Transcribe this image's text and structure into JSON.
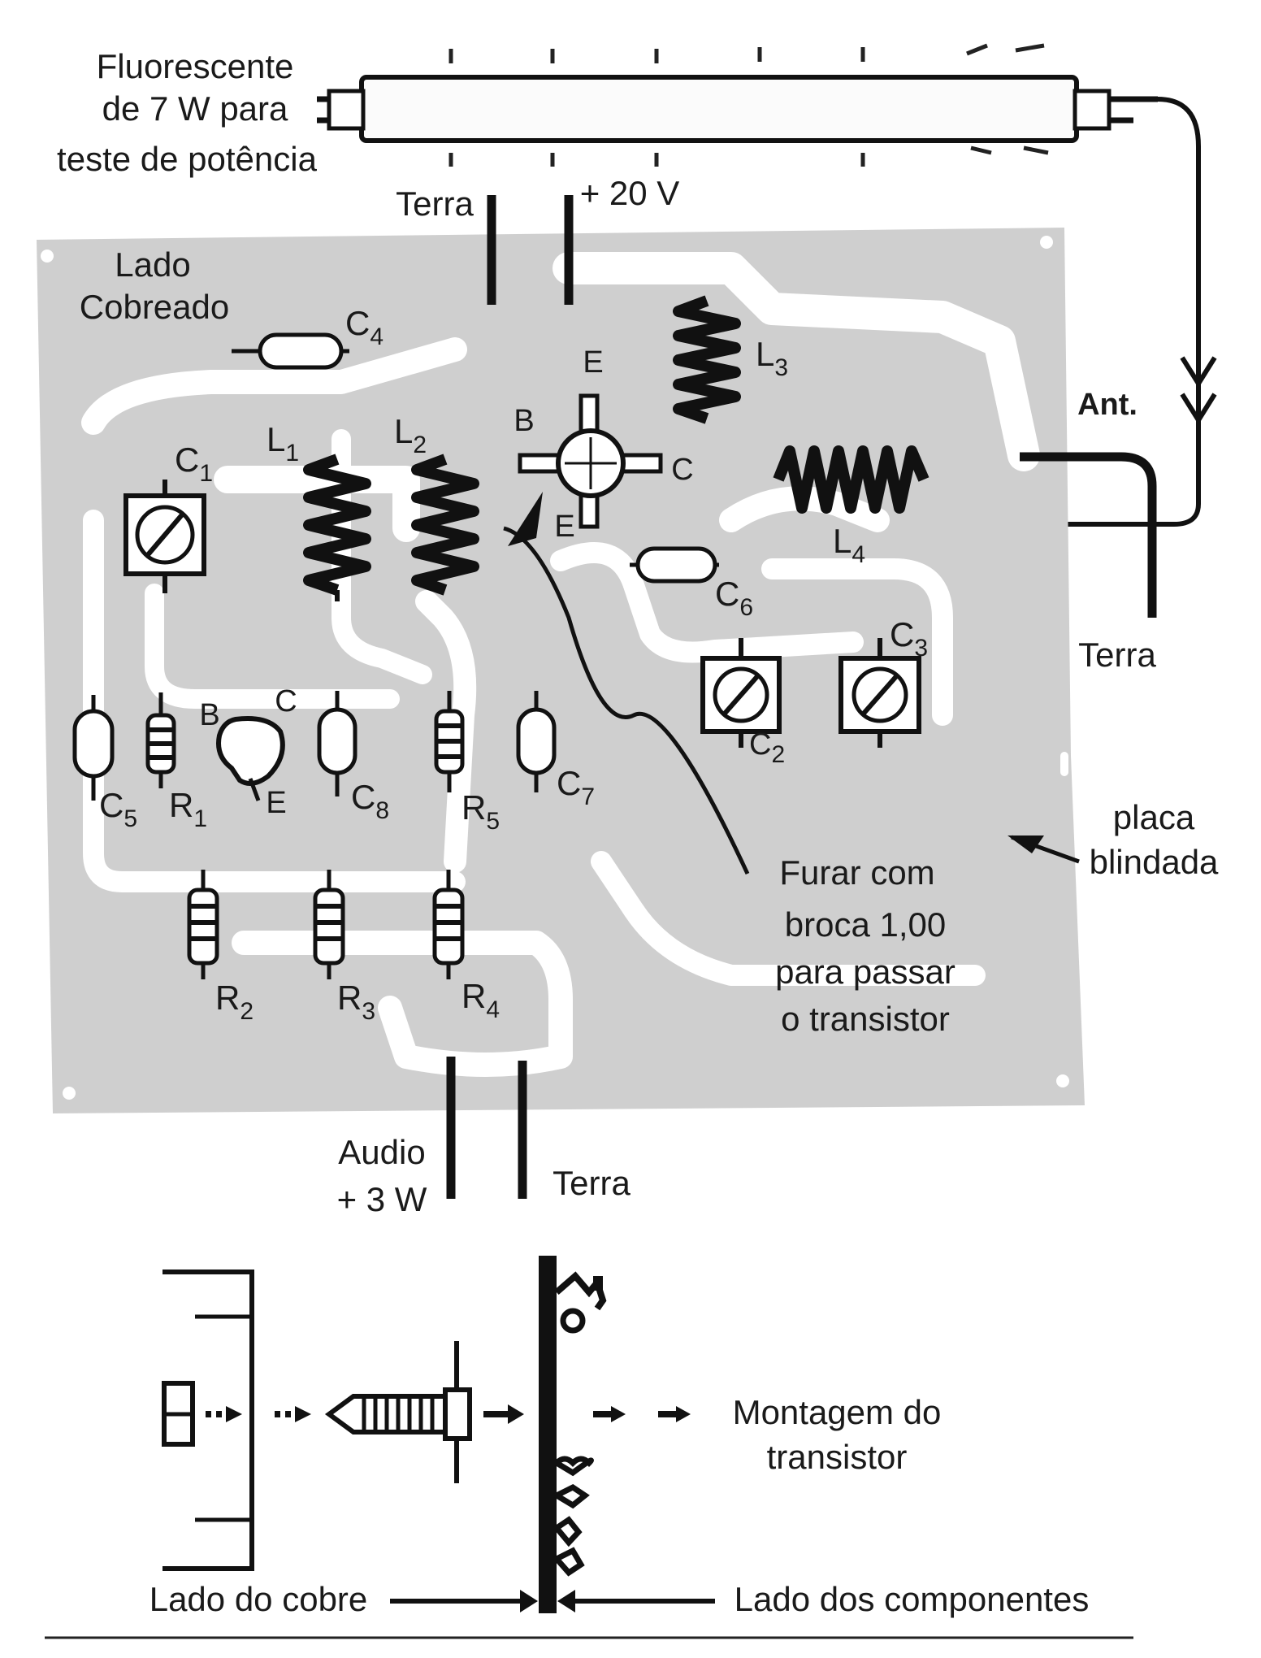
{
  "lamp": {
    "caption_lines": [
      "Fluorescente",
      "de 7 W para",
      "teste de potência"
    ]
  },
  "board": {
    "side_label_lines": [
      "Lado",
      "Cobreado"
    ],
    "shield_label_lines": [
      "placa",
      "blindada"
    ],
    "drill_note_lines": [
      "Furar com",
      "broca 1,00",
      "para passar",
      "o transistor"
    ]
  },
  "terminals": {
    "ground_top": "Terra",
    "supply": "+ 20 V",
    "antenna": "Ant.",
    "ground_right": "Terra",
    "audio_lines": [
      "Audio",
      "+ 3 W"
    ],
    "ground_bottom": "Terra"
  },
  "components": {
    "C1": {
      "letter": "C",
      "sub": "1"
    },
    "C2": {
      "letter": "C",
      "sub": "2"
    },
    "C3": {
      "letter": "C",
      "sub": "3"
    },
    "C4": {
      "letter": "C",
      "sub": "4"
    },
    "C5": {
      "letter": "C",
      "sub": "5"
    },
    "C6": {
      "letter": "C",
      "sub": "6"
    },
    "C7": {
      "letter": "C",
      "sub": "7"
    },
    "C8": {
      "letter": "C",
      "sub": "8"
    },
    "L1": {
      "letter": "L",
      "sub": "1"
    },
    "L2": {
      "letter": "L",
      "sub": "2"
    },
    "L3": {
      "letter": "L",
      "sub": "3"
    },
    "L4": {
      "letter": "L",
      "sub": "4"
    },
    "R1": {
      "letter": "R",
      "sub": "1"
    },
    "R2": {
      "letter": "R",
      "sub": "2"
    },
    "R3": {
      "letter": "R",
      "sub": "3"
    },
    "R4": {
      "letter": "R",
      "sub": "4"
    },
    "R5": {
      "letter": "R",
      "sub": "5"
    }
  },
  "rf_transistor_pins": {
    "B": "B",
    "C": "C",
    "E_top": "E",
    "E_bottom": "E"
  },
  "driver_transistor_pins": {
    "B": "B",
    "C": "C",
    "E": "E"
  },
  "mounting": {
    "title_lines": [
      "Montagem do",
      "transistor"
    ],
    "copper_side": "Lado do cobre",
    "component_side": "Lado dos componentes"
  }
}
